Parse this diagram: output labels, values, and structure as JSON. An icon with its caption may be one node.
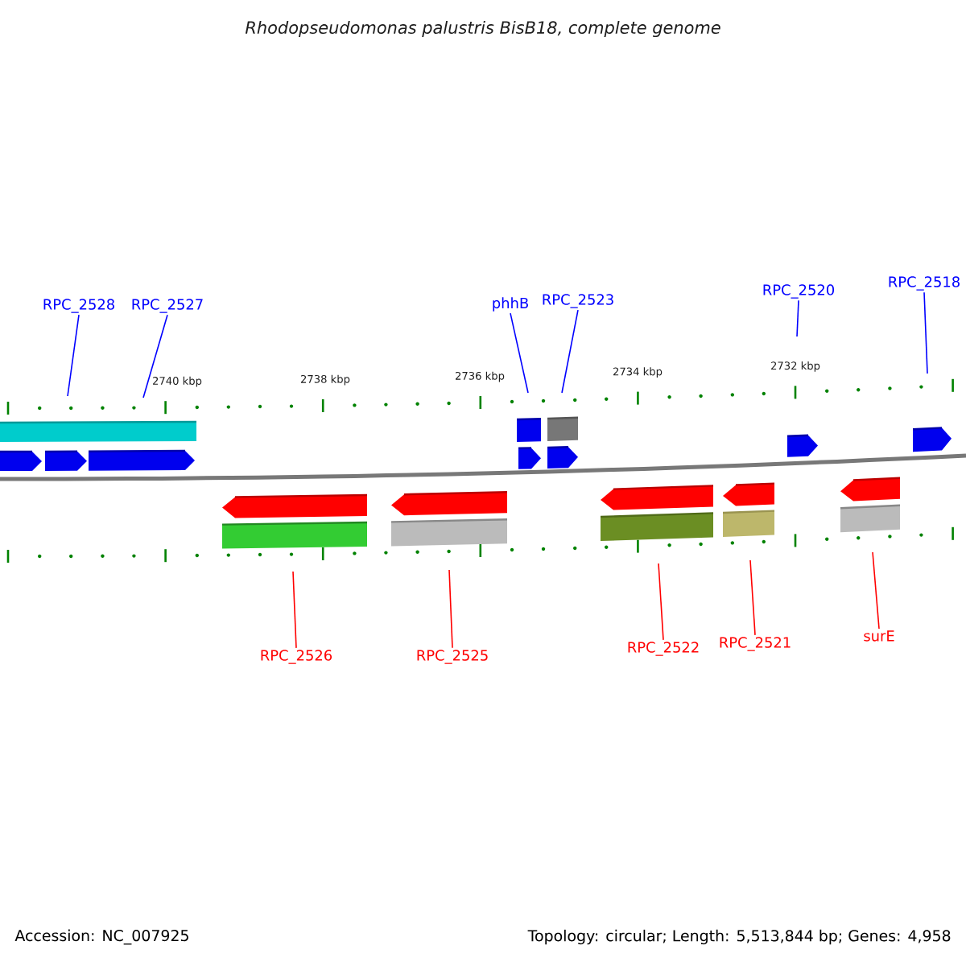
{
  "diagram": {
    "title": "Rhodopseudomonas palustris BisB18, complete genome",
    "nodes": [
      {
        "text": [
          "RPC_2528"
        ]
      },
      {
        "text": [
          "RPC_2527"
        ]
      },
      {
        "text": [
          "phhB"
        ]
      },
      {
        "text": [
          "RPC_2523"
        ]
      },
      {
        "text": [
          "RPC_2520"
        ]
      },
      {
        "text": [
          "RPC_2518"
        ]
      },
      {
        "text": [
          "RPC_2526"
        ]
      },
      {
        "text": [
          "RPC_2525"
        ]
      },
      {
        "text": [
          "RPC_2522"
        ]
      },
      {
        "text": [
          "RPC_2521"
        ]
      },
      {
        "text": [
          "surE"
        ]
      }
    ],
    "edges": [
      {
        "from": 0,
        "to": null,
        "arrow": "none"
      },
      {
        "from": 1,
        "to": null,
        "arrow": "none"
      },
      {
        "from": 2,
        "to": null,
        "arrow": "none"
      },
      {
        "from": 3,
        "to": null,
        "arrow": "none"
      },
      {
        "from": 4,
        "to": null,
        "arrow": "none"
      },
      {
        "from": 5,
        "to": null,
        "arrow": "none"
      },
      {
        "from": 6,
        "to": null,
        "arrow": "none",
        "color": "#ff0000"
      },
      {
        "from": 7,
        "to": null,
        "arrow": "none",
        "color": "#ff0000"
      },
      {
        "from": 8,
        "to": null,
        "arrow": "none",
        "color": "#ff0000"
      },
      {
        "from": 9,
        "to": null,
        "arrow": "none",
        "color": "#ff0000"
      },
      {
        "from": 10,
        "to": null,
        "arrow": "none",
        "color": "#ff0000"
      }
    ],
    "labels": [
      "2740 kbp",
      "2738 kbp",
      "2736 kbp",
      "2734 kbp",
      "2732 kbp",
      "Accession: NC_007925",
      "Topology: circular; Length: 5,513,844 bp; Genes: 4,958"
    ]
  }
}
